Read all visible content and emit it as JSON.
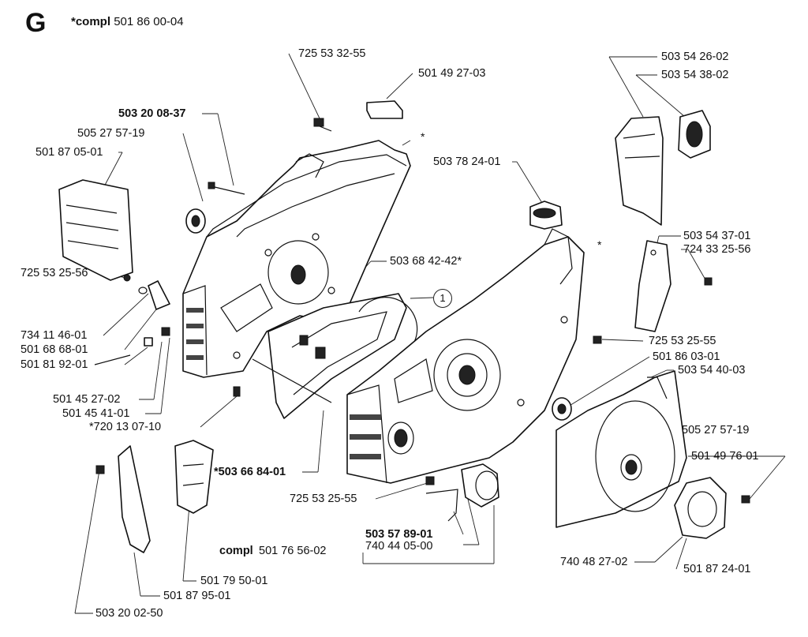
{
  "header": {
    "section_letter": "G",
    "compl_prefix": "*compl",
    "compl_number": "501 86 00-04"
  },
  "callout": "1",
  "asterisk": "*",
  "labels": [
    {
      "id": "l01",
      "text": "725 53 32-55",
      "bold": false
    },
    {
      "id": "l02",
      "text": "501 49 27-03",
      "bold": false
    },
    {
      "id": "l03",
      "text": "503 20 08-37",
      "bold": true
    },
    {
      "id": "l04",
      "text": "505 27 57-19",
      "bold": false
    },
    {
      "id": "l05",
      "text": "501 87 05-01",
      "bold": false
    },
    {
      "id": "l06",
      "text": "725 53 25-56",
      "bold": false
    },
    {
      "id": "l07",
      "text": "734 11 46-01",
      "bold": false
    },
    {
      "id": "l08",
      "text": "501 68 68-01",
      "bold": false
    },
    {
      "id": "l09",
      "text": "501 81 92-01",
      "bold": false
    },
    {
      "id": "l10",
      "text": "501 45 27-02",
      "bold": false
    },
    {
      "id": "l11",
      "text": "501 45 41-01",
      "bold": false
    },
    {
      "id": "l12",
      "text": "*720 13 07-10",
      "bold": false
    },
    {
      "id": "l13",
      "text": "*503 66 84-01",
      "bold": true
    },
    {
      "id": "l14",
      "text": "503 68 42-42*",
      "bold": false
    },
    {
      "id": "l15",
      "text": "503 78 24-01",
      "bold": false
    },
    {
      "id": "l16",
      "text": "503 54 26-02",
      "bold": false
    },
    {
      "id": "l17",
      "text": "503 54 38-02",
      "bold": false
    },
    {
      "id": "l18",
      "text": "503 54 37-01",
      "bold": false
    },
    {
      "id": "l19",
      "text": "724 33 25-56",
      "bold": false
    },
    {
      "id": "l20",
      "text": "725 53 25-55",
      "bold": false
    },
    {
      "id": "l21",
      "text": "501 86 03-01",
      "bold": false
    },
    {
      "id": "l22",
      "text": "503 54 40-03",
      "bold": false
    },
    {
      "id": "l23",
      "text": "505 27 57-19",
      "bold": false
    },
    {
      "id": "l24",
      "text": "501 49 76-01",
      "bold": false
    },
    {
      "id": "l25",
      "text": "725 53 25-55",
      "bold": false
    },
    {
      "id": "l26",
      "text": "503 57 89-01",
      "bold": true
    },
    {
      "id": "l27",
      "text": "740 44 05-00",
      "bold": false
    },
    {
      "id": "l28",
      "text": "compl",
      "bold": true
    },
    {
      "id": "l29",
      "text": "501 76 56-02",
      "bold": false
    },
    {
      "id": "l30",
      "text": "740 48 27-02",
      "bold": false
    },
    {
      "id": "l31",
      "text": "501 87 24-01",
      "bold": false
    },
    {
      "id": "l32",
      "text": "501 79 50-01",
      "bold": false
    },
    {
      "id": "l33",
      "text": "501 87 95-01",
      "bold": false
    },
    {
      "id": "l34",
      "text": "503 20 02-50",
      "bold": false
    }
  ]
}
